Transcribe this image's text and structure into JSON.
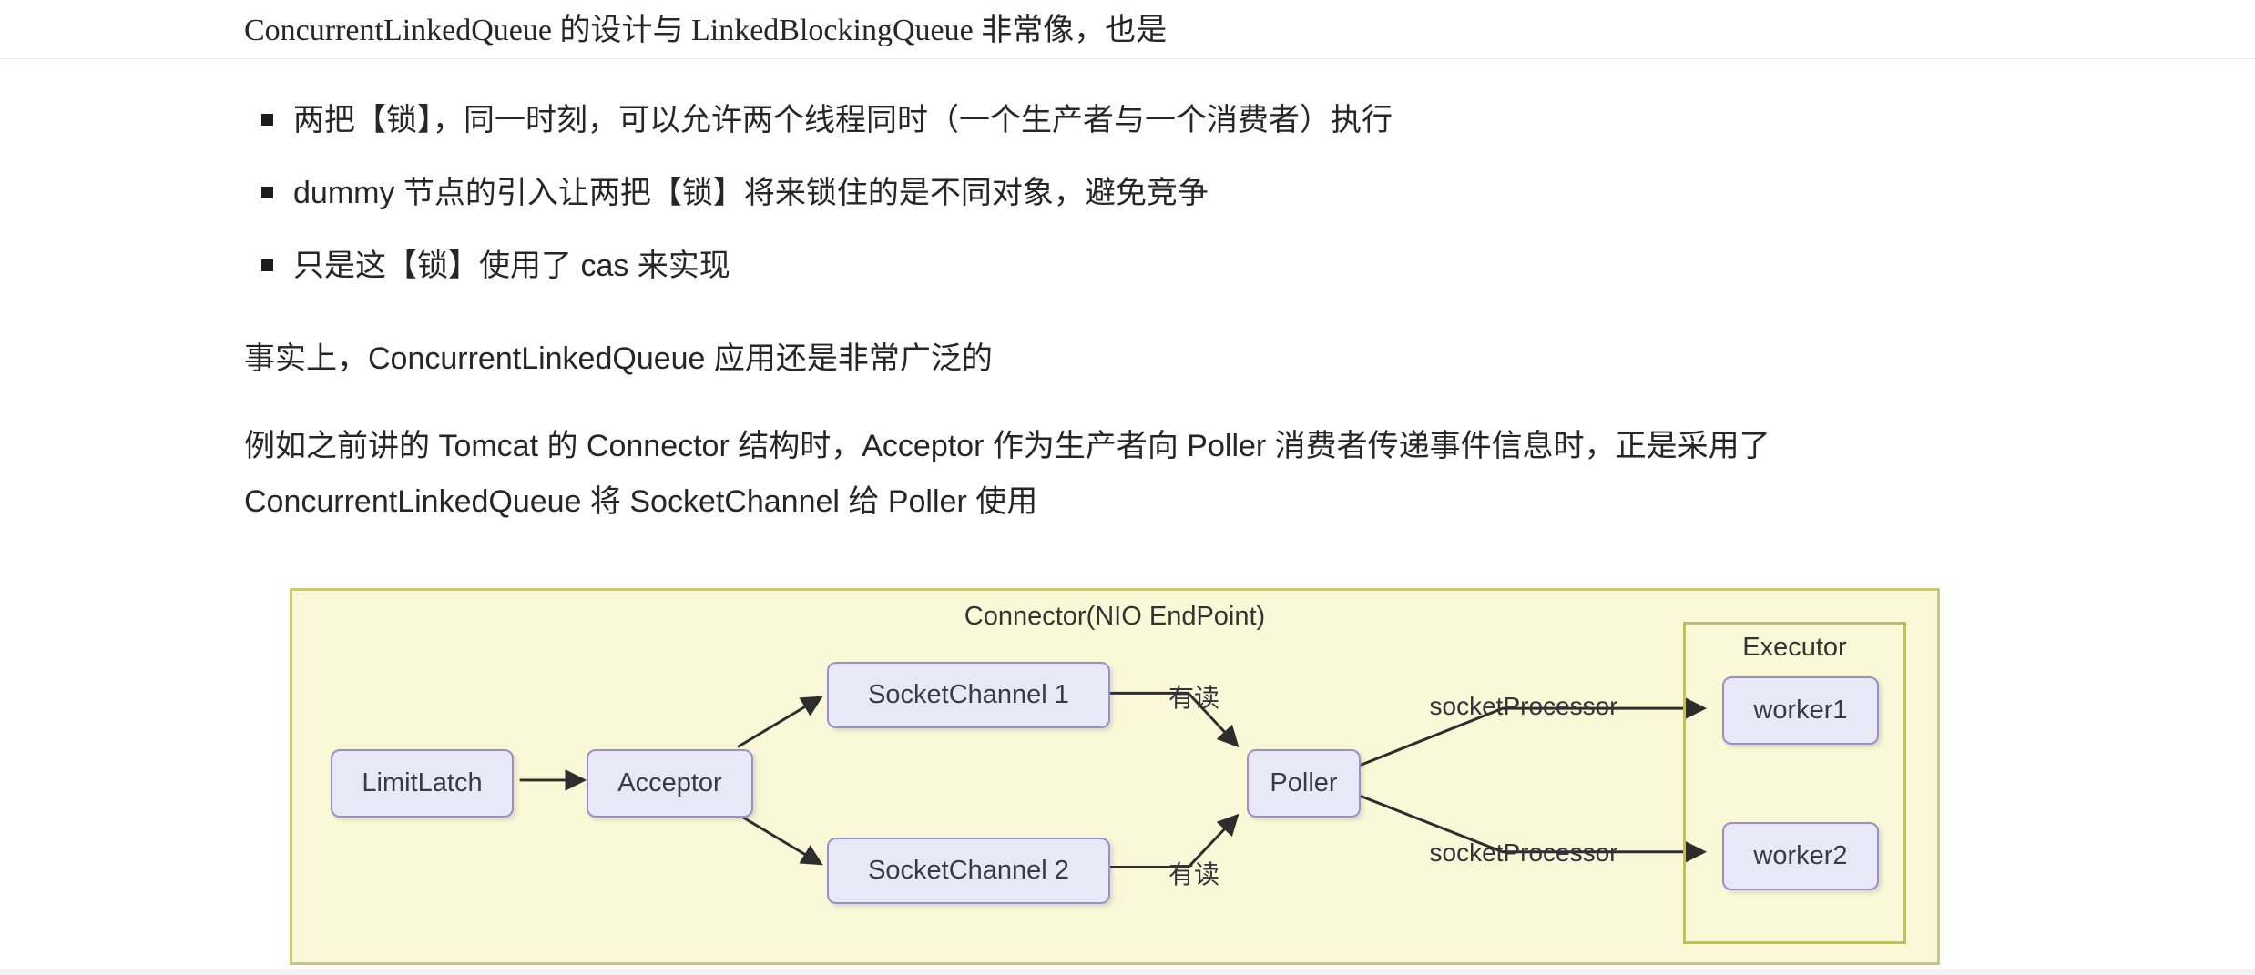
{
  "page": {
    "intro_line": "ConcurrentLinkedQueue 的设计与 LinkedBlockingQueue 非常像，也是",
    "bullets": [
      "两把【锁】，同一时刻，可以允许两个线程同时（一个生产者与一个消费者）执行",
      "dummy 节点的引入让两把【锁】将来锁住的是不同对象，避免竞争",
      "只是这【锁】使用了 cas 来实现"
    ],
    "para_summary": "事实上，ConcurrentLinkedQueue 应用还是非常广泛的",
    "para_example": "例如之前讲的 Tomcat 的 Connector 结构时，Acceptor 作为生产者向 Poller 消费者传递事件信息时，正是采用了 ConcurrentLinkedQueue 将 SocketChannel 给 Poller 使用"
  },
  "diagram": {
    "title": "Connector(NIO EndPoint)",
    "executor_label": "Executor",
    "nodes": {
      "limitlatch": "LimitLatch",
      "acceptor": "Acceptor",
      "socketchannel1": "SocketChannel 1",
      "socketchannel2": "SocketChannel 2",
      "poller": "Poller",
      "worker1": "worker1",
      "worker2": "worker2"
    },
    "edge_labels": {
      "readable1": "有读",
      "readable2": "有读",
      "socket_processor1": "socketProcessor",
      "socket_processor2": "socketProcessor"
    },
    "colors": {
      "diagram_background": "#fbf8d7",
      "diagram_border": "#ccc67b",
      "executor_border": "#c1bc68",
      "node_fill": "#e9e8f7",
      "node_border": "#9a90c8",
      "arrow": "#2d2d2d"
    }
  }
}
